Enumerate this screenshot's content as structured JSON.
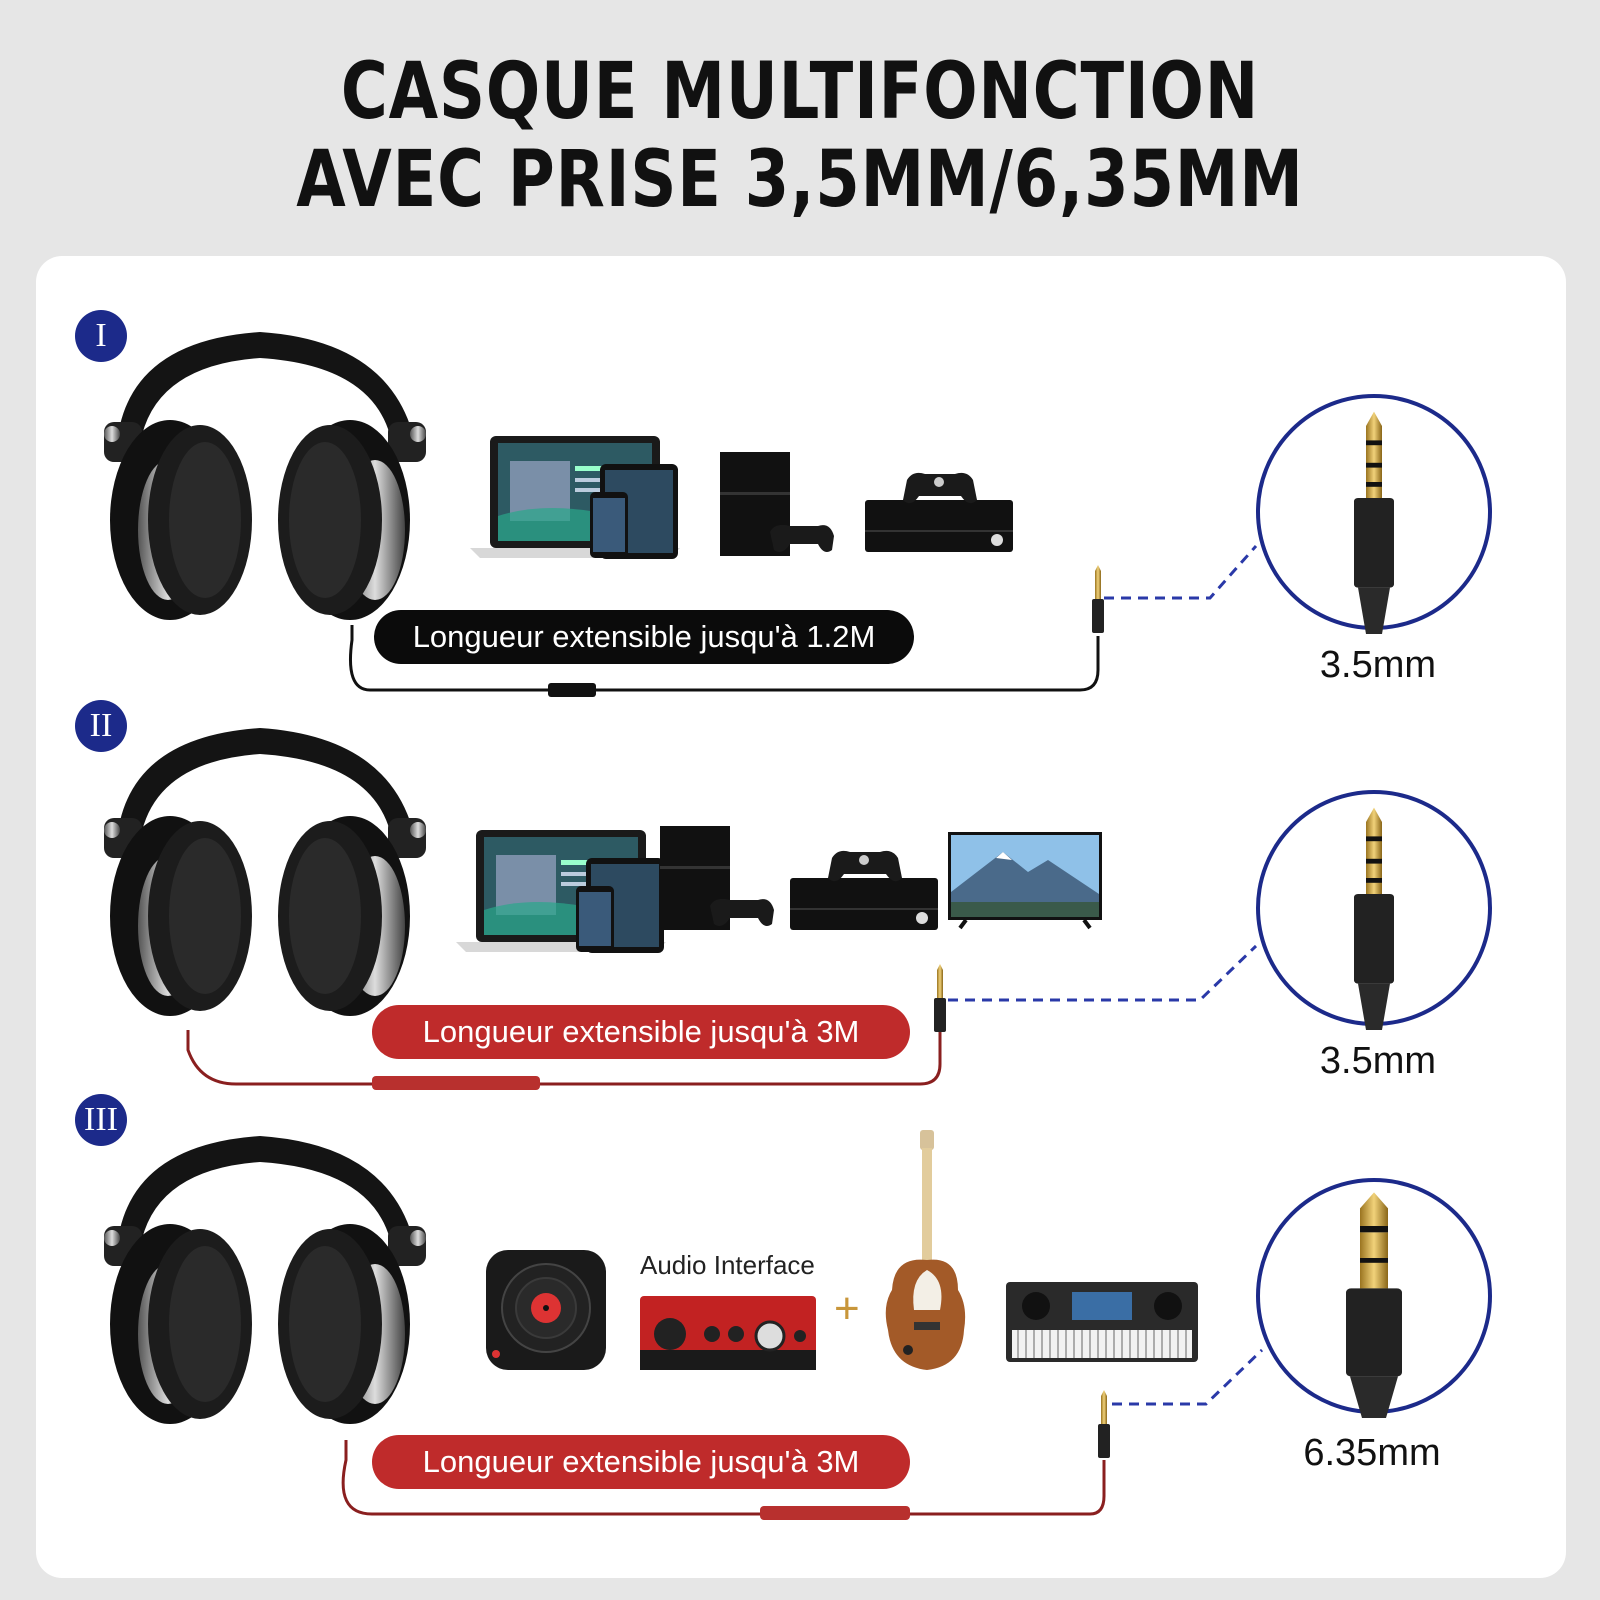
{
  "title": {
    "line1": "CASQUE MULTIFONCTION",
    "line2": "AVEC PRISE 3,5MM/6,35MM"
  },
  "sections": [
    {
      "badge": "I",
      "cable_label": "Longueur extensible jusqu'à 1.2M",
      "plug_size": "3.5mm",
      "devices": [
        "laptop-tablet-phone-icon",
        "game-console-icon",
        "xbox-console-icon"
      ]
    },
    {
      "badge": "II",
      "cable_label": "Longueur extensible jusqu'à 3M",
      "plug_size": "3.5mm",
      "devices": [
        "laptop-tablet-phone-icon",
        "game-console-icon",
        "xbox-console-icon",
        "tv-icon"
      ]
    },
    {
      "badge": "III",
      "cable_label": "Longueur extensible jusqu'à 3M",
      "plug_size": "6.35mm",
      "devices": [
        "vinyl-app-icon",
        "audio-interface-icon",
        "guitar-icon",
        "keyboard-icon"
      ],
      "audio_interface_label": "Audio Interface",
      "plus_sign": "+"
    }
  ],
  "colors": {
    "badge": "#1c2a8a",
    "black_pill": "#0b0b0b",
    "red_pill": "#bf2b2b",
    "plug_circle": "#1c2a8a",
    "dashed_line": "#2a39a8"
  }
}
